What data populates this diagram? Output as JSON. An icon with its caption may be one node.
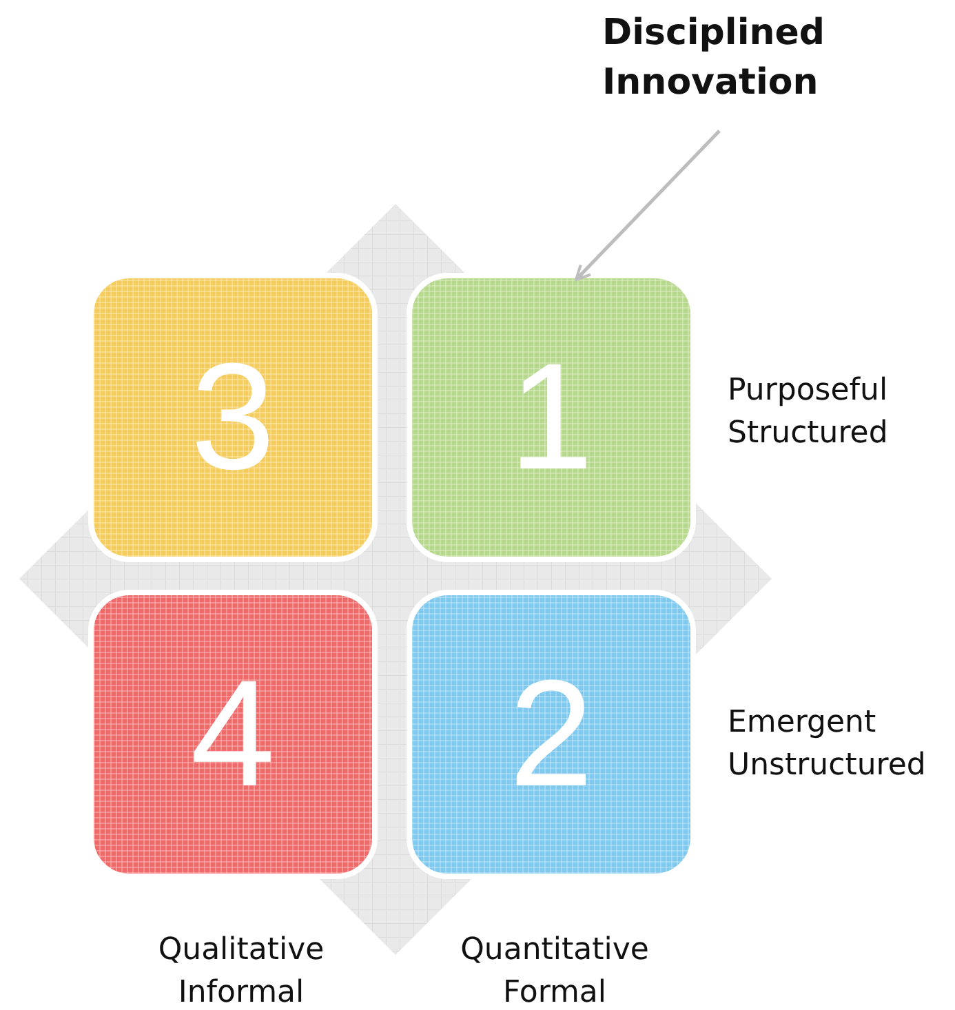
{
  "diagram": {
    "nodes": [
      {
        "text": [
          "Disciplined Innovation"
        ]
      },
      {
        "text": [
          "3"
        ]
      },
      {
        "text": [
          "1"
        ]
      },
      {
        "text": [
          "4"
        ]
      },
      {
        "text": [
          "2"
        ]
      }
    ],
    "edges": [
      {
        "from": 0,
        "to": 2,
        "arrow": "to",
        "color": "#bdbdbd"
      }
    ],
    "labels": [
      "Purposeful Structured",
      "Emergent Unstructured",
      "Qualitative Informal",
      "Quantitative Formal"
    ]
  }
}
